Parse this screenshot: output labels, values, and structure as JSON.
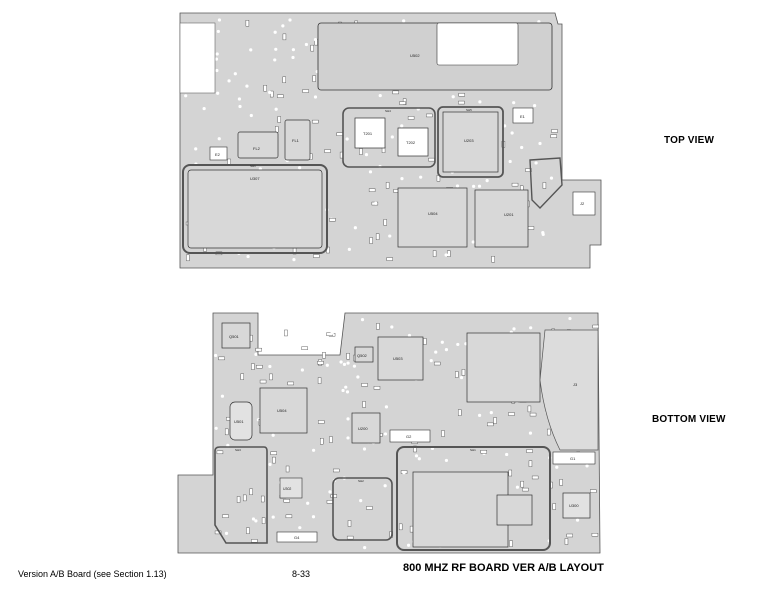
{
  "labels": {
    "top_view": "TOP VIEW",
    "bottom_view": "BOTTOM VIEW"
  },
  "footer": {
    "version": "Version A/B Board (see Section 1.13)",
    "page_number": "8-33",
    "title": "800 MHZ RF BOARD VER A/B LAYOUT"
  },
  "top_board": {
    "components": [
      "U502",
      "U307",
      "SH1",
      "SH4",
      "SH5",
      "T201",
      "T202",
      "U203",
      "FL1",
      "FL2",
      "U504",
      "U201",
      "E1",
      "E2",
      "J2"
    ]
  },
  "bottom_board": {
    "components": [
      "Q501",
      "U504",
      "U501",
      "Q502",
      "U503",
      "U200",
      "SH1",
      "SH2",
      "SH3",
      "G1",
      "G2",
      "G4",
      "U300",
      "U302",
      "J3"
    ]
  },
  "colors": {
    "board_fill": "#d4d4d4",
    "board_stroke": "#555555",
    "pad_fill": "#ffffff"
  }
}
